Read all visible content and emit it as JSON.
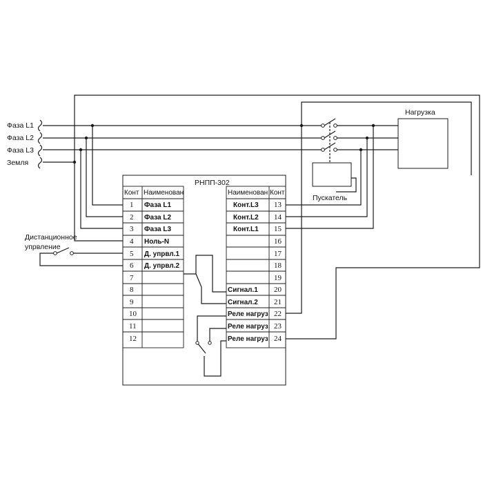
{
  "inputs": [
    {
      "label": "Фаза L1"
    },
    {
      "label": "Фаза L2"
    },
    {
      "label": "Фаза L3"
    },
    {
      "label": "Земля"
    }
  ],
  "load": {
    "label": "Нагрузка"
  },
  "starter": {
    "label": "Пускатель"
  },
  "remote": {
    "line1": "Дистанционное",
    "line2": "упрвление"
  },
  "device": {
    "title": "РНПП-302"
  },
  "left_table": {
    "header_num": "Конт",
    "header_name": "Наименован",
    "rows": [
      {
        "num": "1",
        "name": "Фаза L1"
      },
      {
        "num": "2",
        "name": "Фаза L2"
      },
      {
        "num": "3",
        "name": "Фаза L3"
      },
      {
        "num": "4",
        "name": "Ноль-N"
      },
      {
        "num": "5",
        "name": "Д. упрвл.1"
      },
      {
        "num": "6",
        "name": "Д. упрвл.2"
      },
      {
        "num": "7",
        "name": ""
      },
      {
        "num": "8",
        "name": ""
      },
      {
        "num": "9",
        "name": ""
      },
      {
        "num": "10",
        "name": ""
      },
      {
        "num": "11",
        "name": ""
      },
      {
        "num": "12",
        "name": ""
      }
    ]
  },
  "right_table": {
    "header_name": "Наименован",
    "header_num": "Конт",
    "rows": [
      {
        "num": "13",
        "name": "Конт.L3"
      },
      {
        "num": "14",
        "name": "Конт.L2"
      },
      {
        "num": "15",
        "name": "Конт.L1"
      },
      {
        "num": "16",
        "name": ""
      },
      {
        "num": "17",
        "name": ""
      },
      {
        "num": "18",
        "name": ""
      },
      {
        "num": "19",
        "name": ""
      },
      {
        "num": "20",
        "name": "Сигнал.1"
      },
      {
        "num": "21",
        "name": "Сигнал.2"
      },
      {
        "num": "22",
        "name": "Реле нагруз"
      },
      {
        "num": "23",
        "name": "Реле нагруз"
      },
      {
        "num": "24",
        "name": "Реле нагруз"
      }
    ]
  }
}
